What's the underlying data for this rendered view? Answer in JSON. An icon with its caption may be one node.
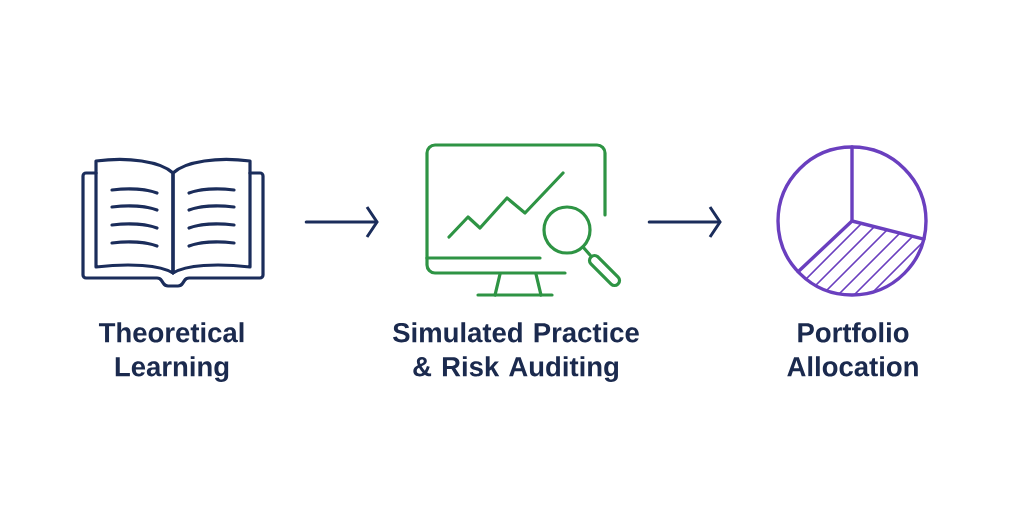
{
  "diagram": {
    "nodes": [
      {
        "text": [],
        "shape": "picture",
        "beside": [
          "Theoretical Learning"
        ]
      },
      {
        "text": [],
        "shape": "picture",
        "beside": [
          "Simulated Practice & Risk Auditing"
        ]
      },
      {
        "text": [],
        "shape": "picture",
        "beside": [
          "Portfolio Allocation"
        ]
      }
    ],
    "edges": [
      {
        "from": 0,
        "to": 1,
        "arrow": "to"
      },
      {
        "from": 1,
        "to": 2,
        "arrow": "to"
      }
    ]
  }
}
